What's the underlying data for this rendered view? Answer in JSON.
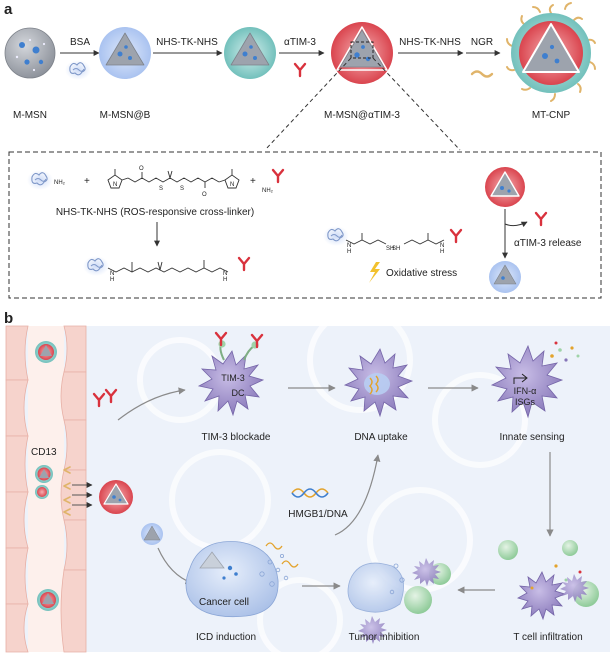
{
  "panel_a": {
    "label": "a",
    "steps": [
      "BSA",
      "NHS-TK-NHS",
      "αTIM-3",
      "NHS-TK-NHS",
      "NGR"
    ],
    "particles": [
      "M-MSN",
      "M-MSN@B",
      "M-MSN@αTIM-3",
      "MT-CNP"
    ],
    "linker_caption": "NHS-TK-NHS (ROS-responsive cross-linker)",
    "nh2_left": "NH₂",
    "nh2_right": "NH₂",
    "plus": "+",
    "sh": "SH",
    "h": "H",
    "n": "N",
    "o": "O",
    "oxidative_stress": "Oxidative stress",
    "release": "αTIM-3 release"
  },
  "panel_b": {
    "label": "b",
    "cd13": "CD13",
    "tim3": "TIM-3",
    "dc": "DC",
    "tim3_blockade": "TIM-3 blockade",
    "dna_uptake": "DNA uptake",
    "innate_sensing": "Innate sensing",
    "ifn": "IFN-α",
    "isgs": "ISGs",
    "hmgb1": "HMGB1/DNA",
    "cancer_cell": "Cancer cell",
    "icd_induction": "ICD induction",
    "tumor_inhibition": "Tumor inhibition",
    "t_cell_infiltration": "T cell infiltration"
  },
  "colors": {
    "msn_gray": "#9a9ea6",
    "bsa_blue": "#a9c3ef",
    "teal": "#6fc1bd",
    "antibody_red": "#d9323d",
    "dc_purple": "#9d8ec7",
    "endothelium_pink": "#f6d3cc",
    "t_cell_green": "#9fd3a8",
    "peptide_gold": "#e0b46a"
  }
}
